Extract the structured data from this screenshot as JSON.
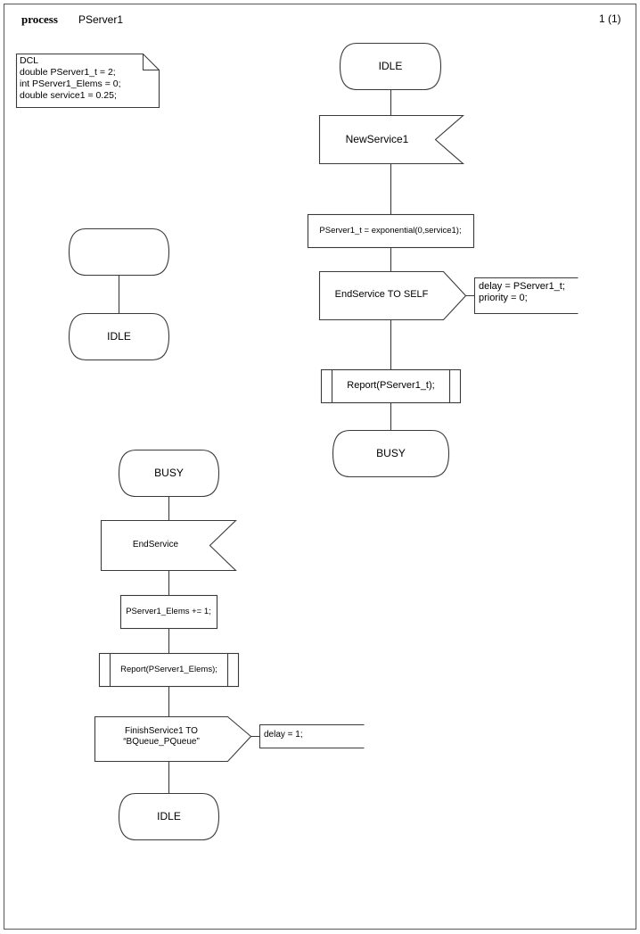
{
  "header": {
    "keyword": "process",
    "name": "PServer1",
    "page_number": "1 (1)"
  },
  "declaration_note": {
    "name": "dcl-note",
    "lines": [
      "DCL",
      "double PServer1_t = 2;",
      "int PServer1_Elems = 0;",
      "double service1 = 0.25;"
    ],
    "text": "DCL\ndouble PServer1_t = 2;\nint PServer1_Elems = 0;\ndouble service1 = 0.25;"
  },
  "flows": {
    "init_flow": {
      "start_symbol_label": "",
      "next_state": "IDLE"
    },
    "idle_flow": {
      "state": "IDLE",
      "input": "NewService1",
      "task": "PServer1_t = exponential(0,service1);",
      "output": "EndService TO SELF",
      "output_comment": "delay = PServer1_t;\npriority = 0;",
      "output_comment_lines": [
        "delay = PServer1_t;",
        "priority = 0;"
      ],
      "procedure_call": "Report(PServer1_t);",
      "next_state": "BUSY"
    },
    "busy_flow": {
      "state": "BUSY",
      "input": "EndService",
      "task": "PServer1_Elems += 1;",
      "procedure_call": "Report(PServer1_Elems);",
      "output": "FinishService1 TO\n“BQueue_PQueue”",
      "output_lines": [
        "FinishService1 TO",
        "“BQueue_PQueue”"
      ],
      "output_comment": "delay = 1;",
      "next_state": "IDLE"
    }
  },
  "colors": {
    "stroke": "#3a3a3a",
    "frame": "#55565a",
    "background": "#ffffff",
    "text": "#000000"
  }
}
